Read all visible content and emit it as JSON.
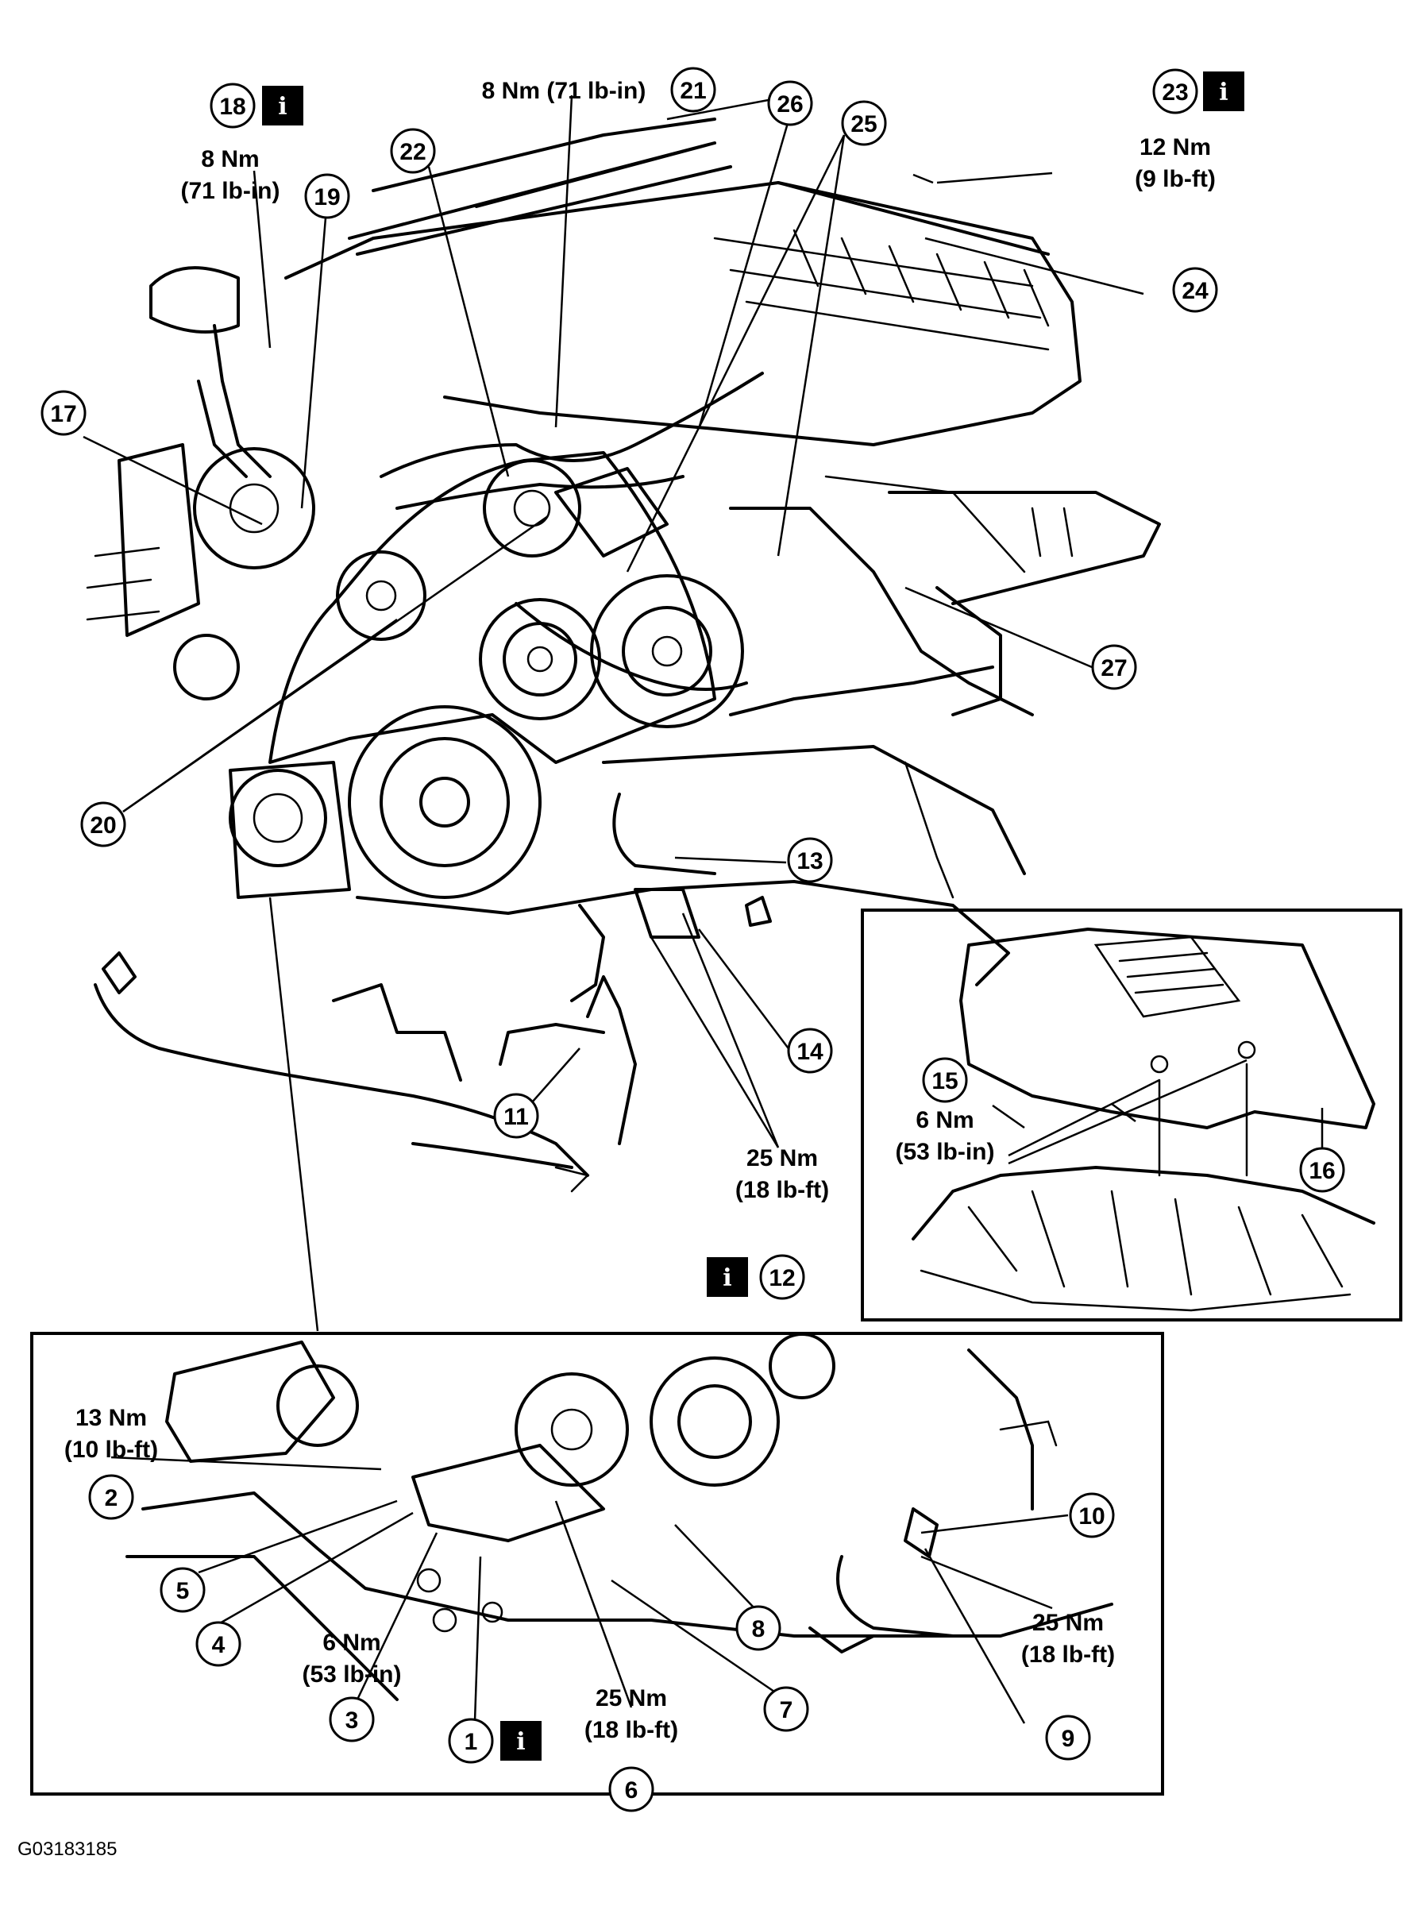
{
  "figure_id": "G03183185",
  "info_icon_glyph": "i",
  "torque_specs": {
    "t18": [
      "8 Nm",
      "(71 lb-in)"
    ],
    "t21": "8 Nm (71 lb-in)",
    "t23": [
      "12 Nm",
      "(9 lb-ft)"
    ],
    "t12": [
      "25 Nm",
      "(18 lb-ft)"
    ],
    "t15": [
      "6 Nm",
      "(53 lb-in)"
    ],
    "t2": [
      "13 Nm",
      "(10 lb-ft)"
    ],
    "t3": [
      "6 Nm",
      "(53 lb-in)"
    ],
    "t6": [
      "25 Nm",
      "(18 lb-ft)"
    ],
    "t9": [
      "25 Nm",
      "(18 lb-ft)"
    ]
  },
  "callouts": {
    "c1": "1",
    "c2": "2",
    "c3": "3",
    "c4": "4",
    "c5": "5",
    "c6": "6",
    "c7": "7",
    "c8": "8",
    "c9": "9",
    "c10": "10",
    "c11": "11",
    "c12": "12",
    "c13": "13",
    "c14": "14",
    "c15": "15",
    "c16": "16",
    "c17": "17",
    "c18": "18",
    "c19": "19",
    "c20": "20",
    "c21": "21",
    "c22": "22",
    "c23": "23",
    "c24": "24",
    "c25": "25",
    "c26": "26",
    "c27": "27"
  }
}
